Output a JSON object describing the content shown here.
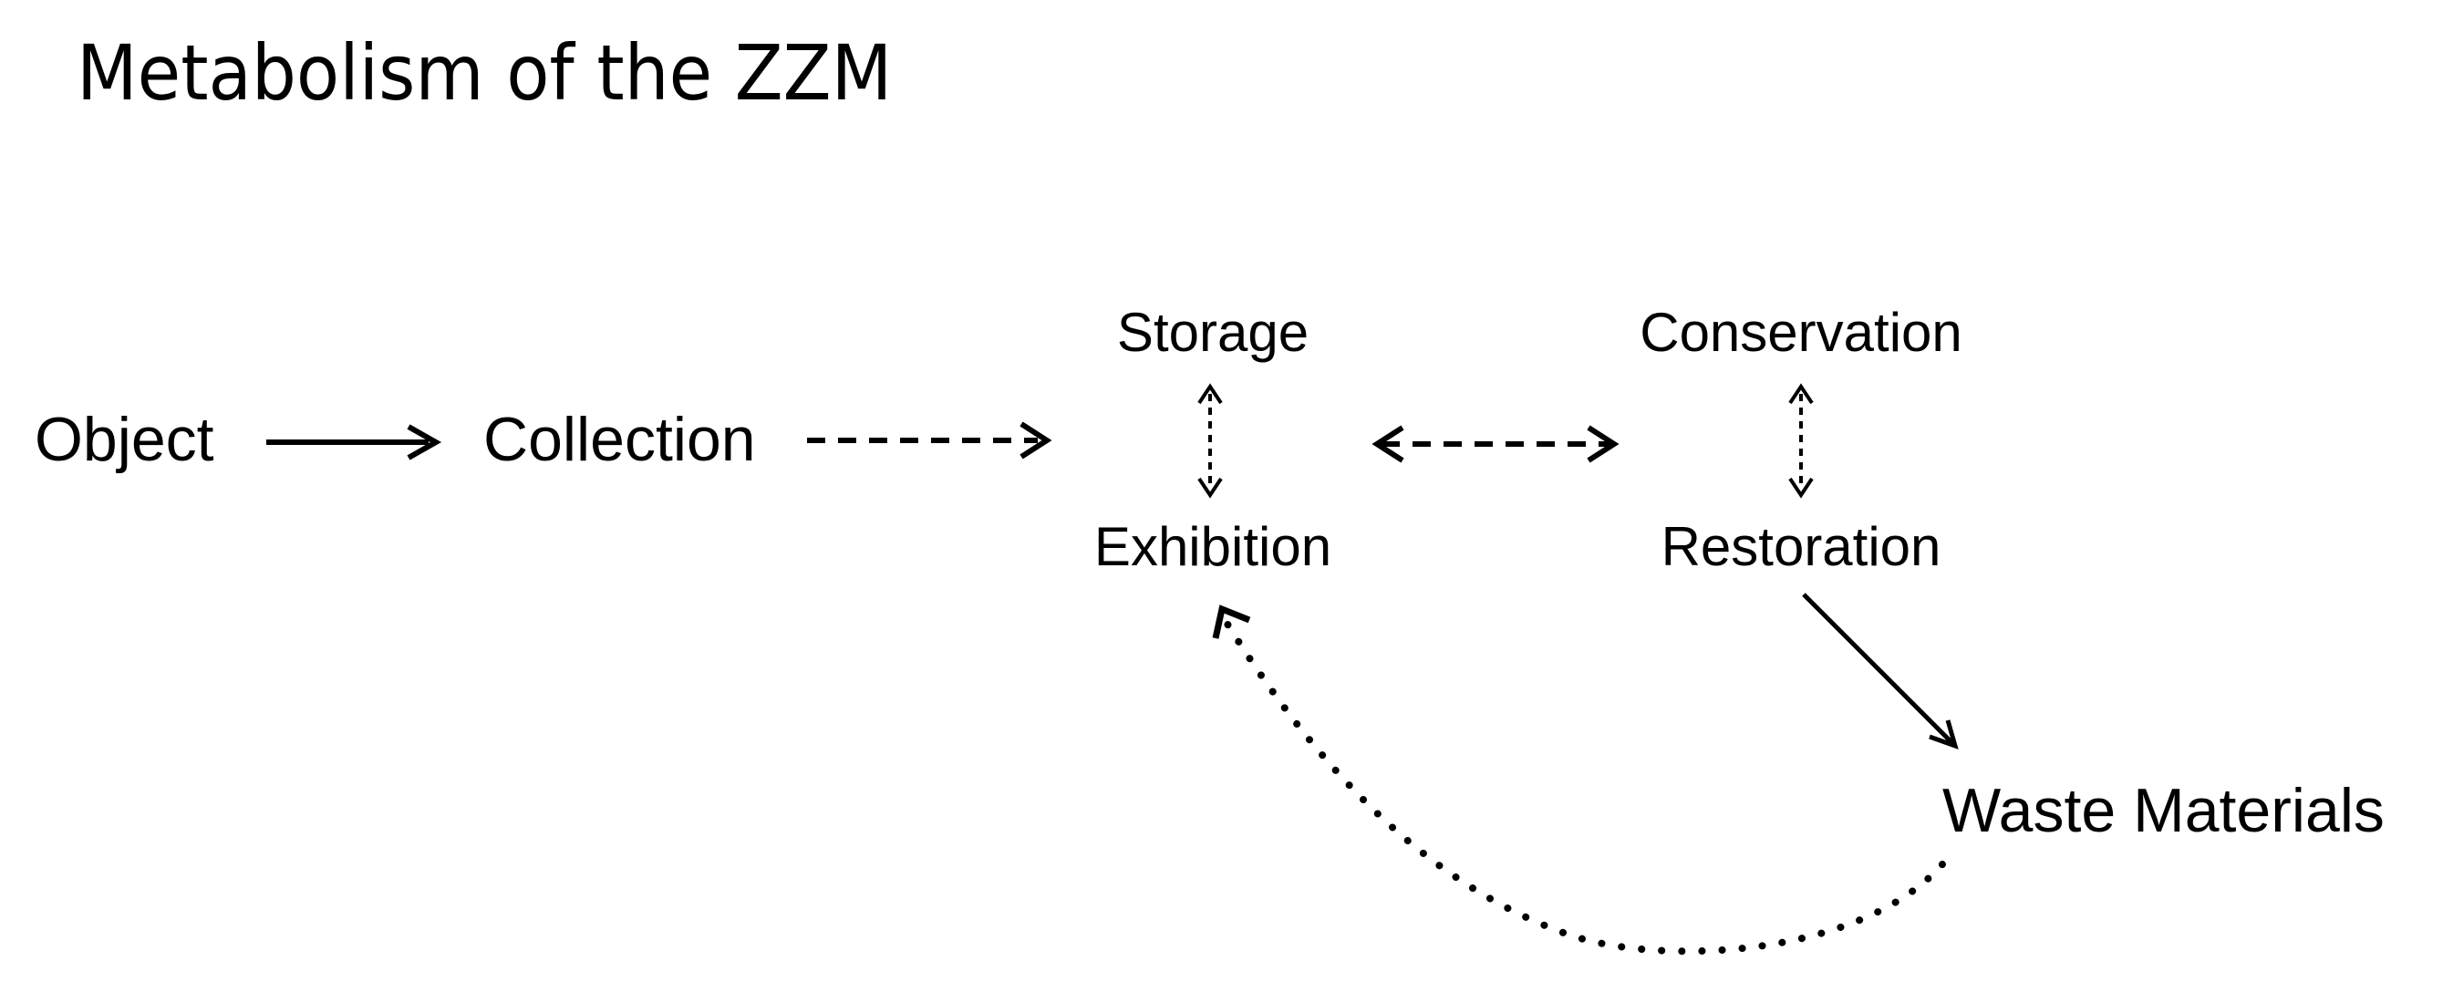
{
  "title": "Metabolism of the ZZM",
  "nodes": {
    "object": "Object",
    "collection": "Collection",
    "storage": "Storage",
    "exhibition": "Exhibition",
    "conservation": "Conservation",
    "restoration": "Restoration",
    "waste": "Waste Materials"
  },
  "colors": {
    "ink": "#000000",
    "background": "#ffffff"
  }
}
